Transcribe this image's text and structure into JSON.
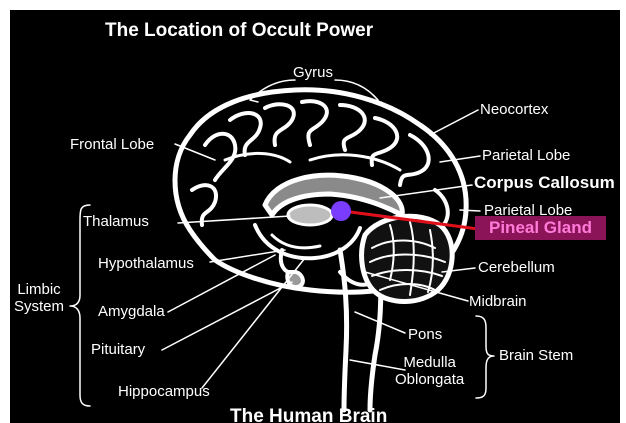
{
  "title": "The Location of Occult Power",
  "subtitle": "The Human Brain",
  "colors": {
    "background": "#000000",
    "line": "#ffffff",
    "pointer": "#e0101a",
    "pineal_dot": "#7a3cff",
    "highlight_bg": "#8b1458",
    "highlight_text": "#ff7ad9"
  },
  "labels": {
    "gyrus": "Gyrus",
    "neocortex": "Neocortex",
    "frontal_lobe": "Frontal Lobe",
    "parietal_lobe_1": "Parietal Lobe",
    "corpus_callosum": "Corpus Callosum",
    "parietal_lobe_2": "Parietal Lobe",
    "pineal_gland": "Pineal Gland",
    "thalamus": "Thalamus",
    "hypothalamus": "Hypothalamus",
    "cerebellum": "Cerebellum",
    "limbic_line1": "Limbic",
    "limbic_line2": "System",
    "amygdala": "Amygdala",
    "midbrain": "Midbrain",
    "pituitary": "Pituitary",
    "pons": "Pons",
    "medulla_line1": "Medulla",
    "medulla_line2": "Oblongata",
    "brain_stem": "Brain Stem",
    "hippocampus": "Hippocampus"
  }
}
